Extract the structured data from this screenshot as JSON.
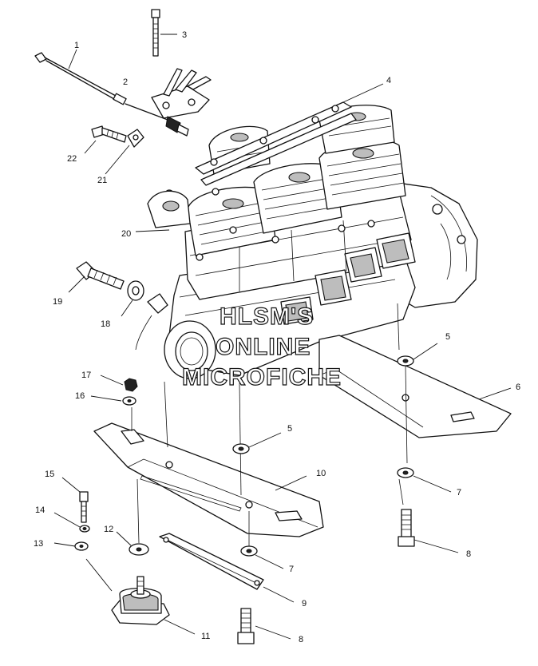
{
  "watermark": {
    "line1": "HLSM'S",
    "line2": "ONLINE",
    "line3": "MICROFICHE"
  },
  "callouts": {
    "c1": "1",
    "c2": "2",
    "c3": "3",
    "c4": "4",
    "c5a": "5",
    "c5b": "5",
    "c6": "6",
    "c7a": "7",
    "c7b": "7",
    "c8a": "8",
    "c8b": "8",
    "c9": "9",
    "c10": "10",
    "c11": "11",
    "c12": "12",
    "c13": "13",
    "c14": "14",
    "c15": "15",
    "c16": "16",
    "c17": "17",
    "c18": "18",
    "c19": "19",
    "c20": "20",
    "c21": "21",
    "c22": "22"
  }
}
